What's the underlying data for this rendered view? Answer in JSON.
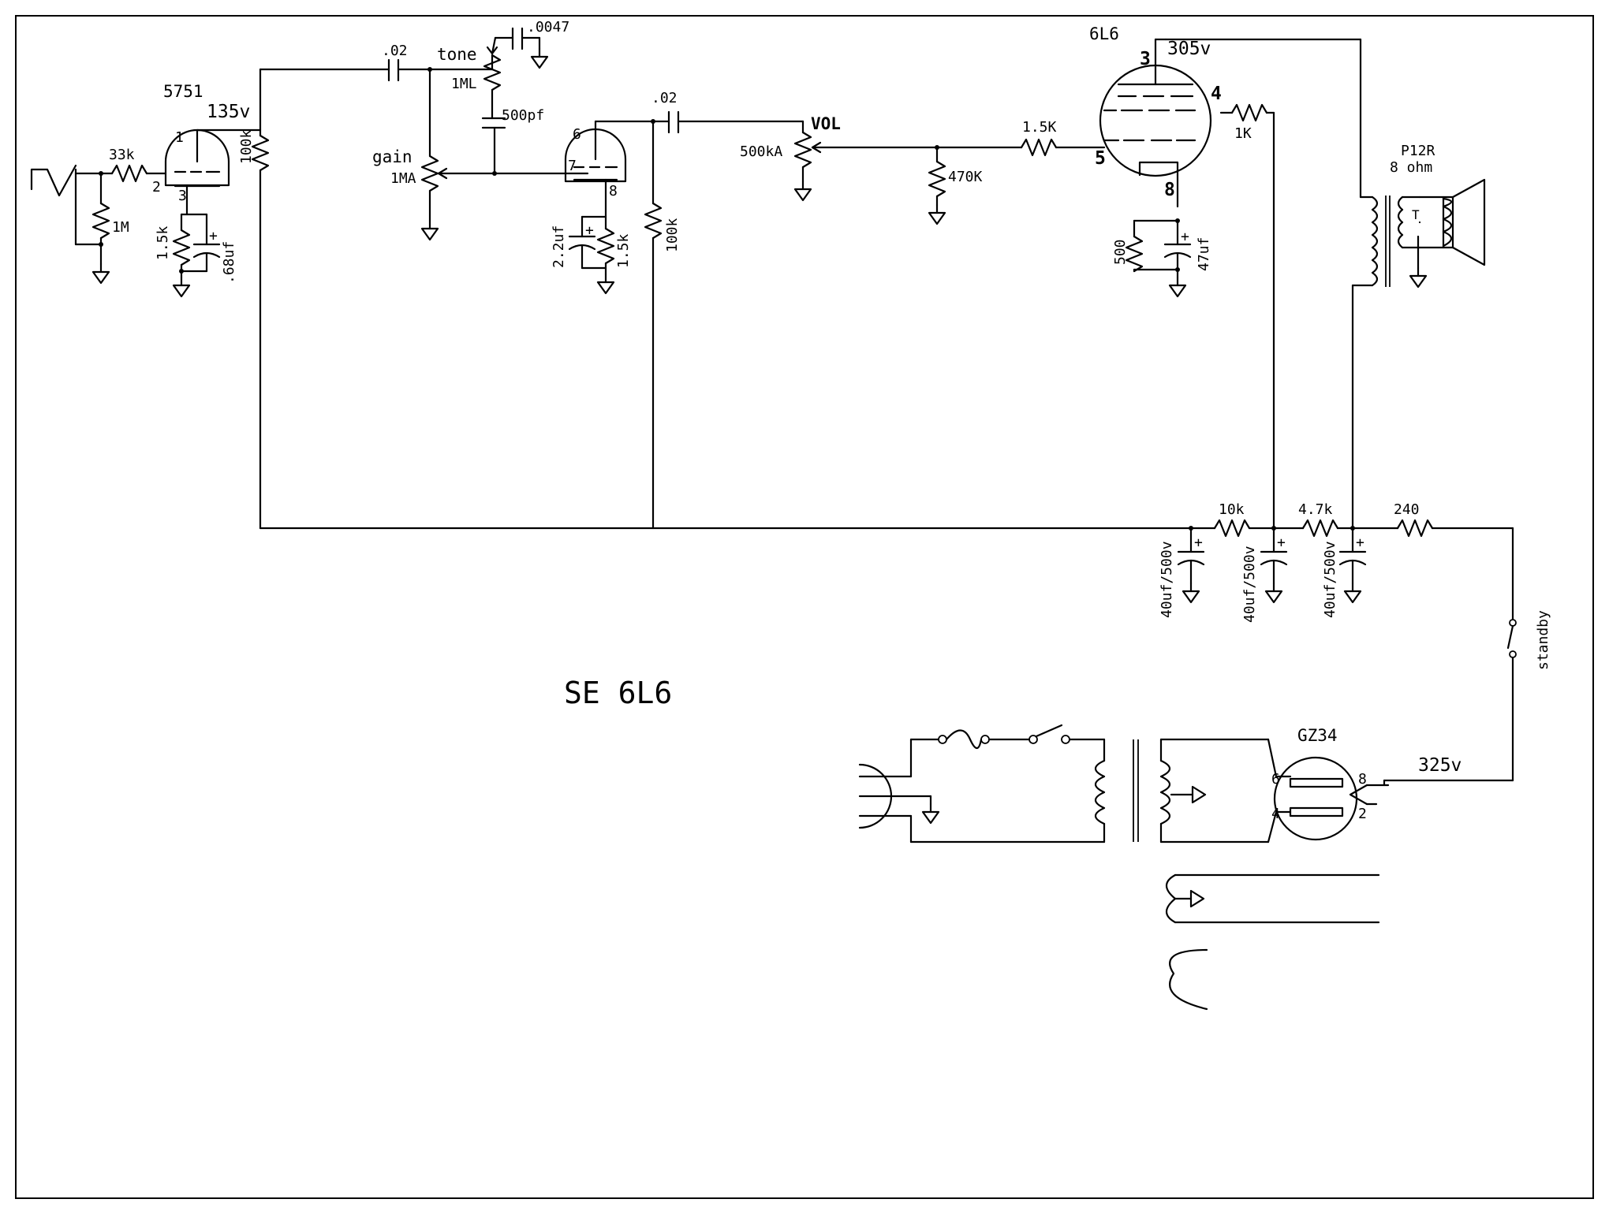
{
  "title": "SE 6L6",
  "tubes": {
    "v1": "5751",
    "v1_voltage": "135v",
    "v1_pin_plate": "1",
    "v1_pin_grid": "2",
    "v1_pin_cathode": "3",
    "v2_pin_plate": "6",
    "v2_pin_grid": "7",
    "v2_pin_cathode": "8",
    "power": "6L6",
    "power_voltage": "305v",
    "power_pin_plate": "3",
    "power_pin_screen": "4",
    "power_pin_grid": "5",
    "power_pin_cathode": "8",
    "rectifier": "GZ34",
    "rect_pin_6": "6",
    "rect_pin_4": "4",
    "rect_pin_8": "8",
    "rect_pin_2": "2"
  },
  "components": {
    "r_input": "33k",
    "r_grid_leak": "1M",
    "r_k1": "1.5k",
    "c_k1": ".68uf",
    "r_plate1": "100k",
    "c_coupling1": ".02",
    "tone_label": "tone",
    "tone_pot": "1ML",
    "c_tone": ".0047",
    "c_500pf": "500pf",
    "gain_label": "gain",
    "gain_pot": "1MA",
    "c_k2": "2.2uf",
    "r_k2": "1.5k",
    "c_coupling2": ".02",
    "r_plate2": "100k",
    "vol_label": "VOL",
    "vol_pot": "500kA",
    "r_470k": "470K",
    "r_grid_stop": "1.5K",
    "r_screen": "1K",
    "r_k3": "500",
    "c_k3": "47uf",
    "r_10k": "10k",
    "r_4_7k": "4.7k",
    "r_240": "240",
    "c_filter1": "40uf/500v",
    "c_filter2": "40uf/500v",
    "c_filter3": "40uf/500v",
    "standby": "standby",
    "supply_voltage": "325v",
    "speaker_model": "P12R",
    "speaker_impedance": "8 ohm",
    "speaker_tap": "T"
  }
}
